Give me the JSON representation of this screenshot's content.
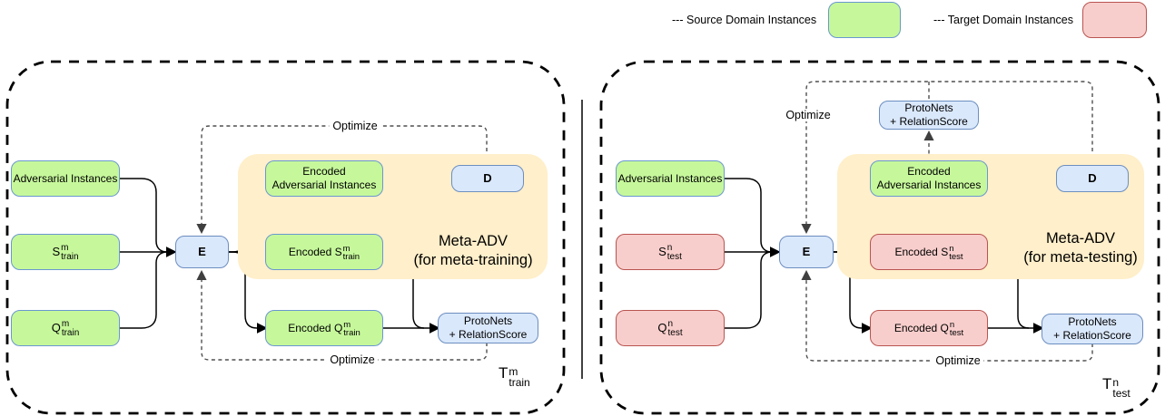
{
  "legend": {
    "source": {
      "dashes": "---",
      "label": "Source Domain Instances"
    },
    "target": {
      "dashes": "---",
      "label": "Target Domain Instances"
    }
  },
  "colors": {
    "source_fill": "#c6f89b",
    "source_border": "#6a97d0",
    "target_fill": "#f8cecc",
    "target_border": "#b85450",
    "module_fill": "#dae8fc",
    "module_border": "#6c8ebf",
    "meta_region_fill": "#ffefca"
  },
  "left": {
    "inputs": {
      "adversarial": "Adversarial Instances",
      "support": {
        "base": "S",
        "sup": "m",
        "sub": "train"
      },
      "query": {
        "base": "Q",
        "sup": "m",
        "sub": "train"
      }
    },
    "encoder": "E",
    "encoded": {
      "adversarial": {
        "line1": "Encoded",
        "line2": "Adversarial Instances"
      },
      "support": {
        "prefix": "Encoded S",
        "sup": "m",
        "sub": "train"
      },
      "query": {
        "prefix": "Encoded Q",
        "sup": "m",
        "sub": "train"
      }
    },
    "discriminator": "D",
    "protonets": {
      "line1": "ProtoNets",
      "line2": "+ RelationScore"
    },
    "meta": {
      "title": "Meta-ADV",
      "subtitle": "(for meta-training)"
    },
    "optimize_top": "Optimize",
    "optimize_bottom": "Optimize",
    "task": {
      "base": "T",
      "sup": "m",
      "sub": "train"
    }
  },
  "right": {
    "inputs": {
      "adversarial": "Adversarial Instances",
      "support": {
        "base": "S",
        "sup": "n",
        "sub": "test"
      },
      "query": {
        "base": "Q",
        "sup": "n",
        "sub": "test"
      }
    },
    "encoder": "E",
    "protonets_top": {
      "line1": "ProtoNets",
      "line2": "+ RelationScore"
    },
    "encoded": {
      "adversarial": {
        "line1": "Encoded",
        "line2": "Adversarial Instances"
      },
      "support": {
        "prefix": "Encoded S",
        "sup": "n",
        "sub": "test"
      },
      "query": {
        "prefix": "Encoded Q",
        "sup": "n",
        "sub": "test"
      }
    },
    "discriminator": "D",
    "protonets": {
      "line1": "ProtoNets",
      "line2": "+ RelationScore"
    },
    "meta": {
      "title": "Meta-ADV",
      "subtitle": "(for meta-testing)"
    },
    "optimize_top": "Optimize",
    "optimize_bottom": "Optimize",
    "task": {
      "base": "T",
      "sup": "n",
      "sub": "test"
    }
  }
}
